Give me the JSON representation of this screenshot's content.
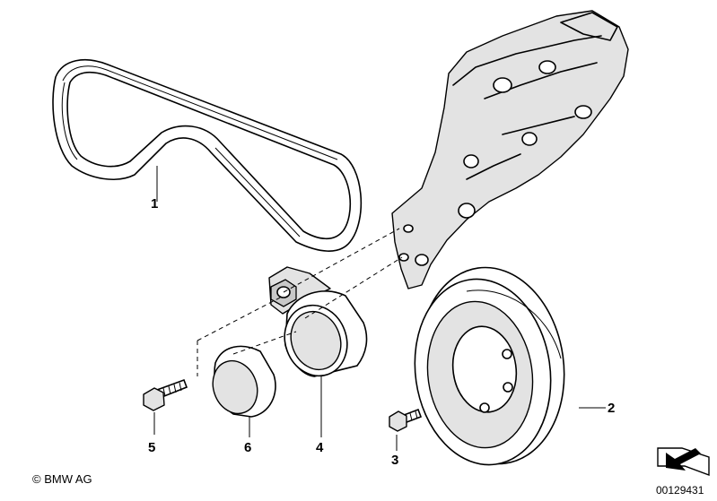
{
  "parts": [
    {
      "label": "1",
      "part": "belt"
    },
    {
      "label": "2",
      "part": "pulley"
    },
    {
      "label": "3",
      "part": "pulley-bolt"
    },
    {
      "label": "4",
      "part": "tensioner-roller"
    },
    {
      "label": "5",
      "part": "tensioner-bolt"
    },
    {
      "label": "6",
      "part": "roller-cap"
    }
  ],
  "footer": {
    "copyright": "© BMW AG",
    "doc_number": "00129431"
  },
  "icons": {
    "direction": "arrow-icon"
  }
}
